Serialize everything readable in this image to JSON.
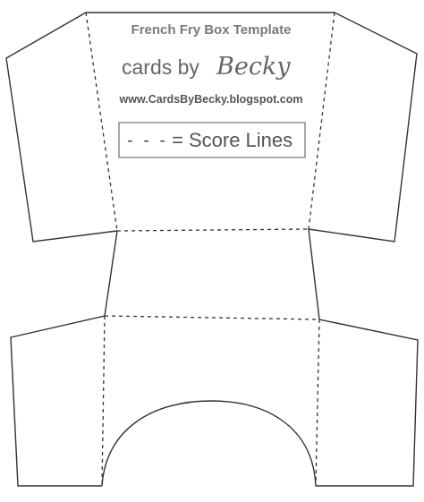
{
  "template": {
    "title": "French Fry Box Template",
    "brand_prefix": "cards by",
    "brand_name": "Becky",
    "url": "www.CardsByBecky.blogspot.com",
    "legend_symbol": "- - -",
    "legend_text": "= Score Lines"
  },
  "colors": {
    "line": "#333333",
    "title_text": "#7a7a7a",
    "brand_text": "#666666"
  }
}
